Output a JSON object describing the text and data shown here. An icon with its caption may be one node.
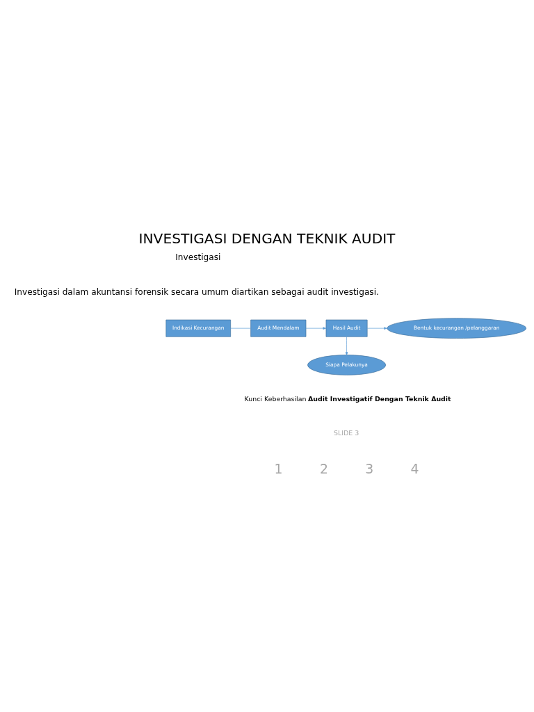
{
  "diagram": {
    "title": "INVESTIGASI DENGAN TEKNIK AUDIT",
    "nodes": [
      {
        "text": [
          "Indikasi Kecurangan"
        ]
      },
      {
        "text": [
          "Audit Mendalam"
        ]
      },
      {
        "text": [
          "Hasil Audit"
        ]
      },
      {
        "text": [
          "Bentuk kecurangan /pelanggaran"
        ]
      },
      {
        "text": [
          "Siapa Pelakunya"
        ]
      }
    ],
    "edges": [
      {
        "from": 0,
        "to": 1,
        "arrow": "none"
      },
      {
        "from": 1,
        "to": 2,
        "arrow": "to"
      },
      {
        "from": 2,
        "to": 3,
        "arrow": "to"
      },
      {
        "from": 2,
        "to": 4,
        "arrow": "to"
      }
    ],
    "labels": [
      "Investigasi",
      "Investigasi dalam akuntansi forensik secara umum diartikan sebagai audit investigasi.",
      "Kunci Keberhasilan **Audit Investigatif Dengan Teknik Audit**",
      "SLIDE 3",
      "1",
      "2",
      "3",
      "4"
    ]
  }
}
